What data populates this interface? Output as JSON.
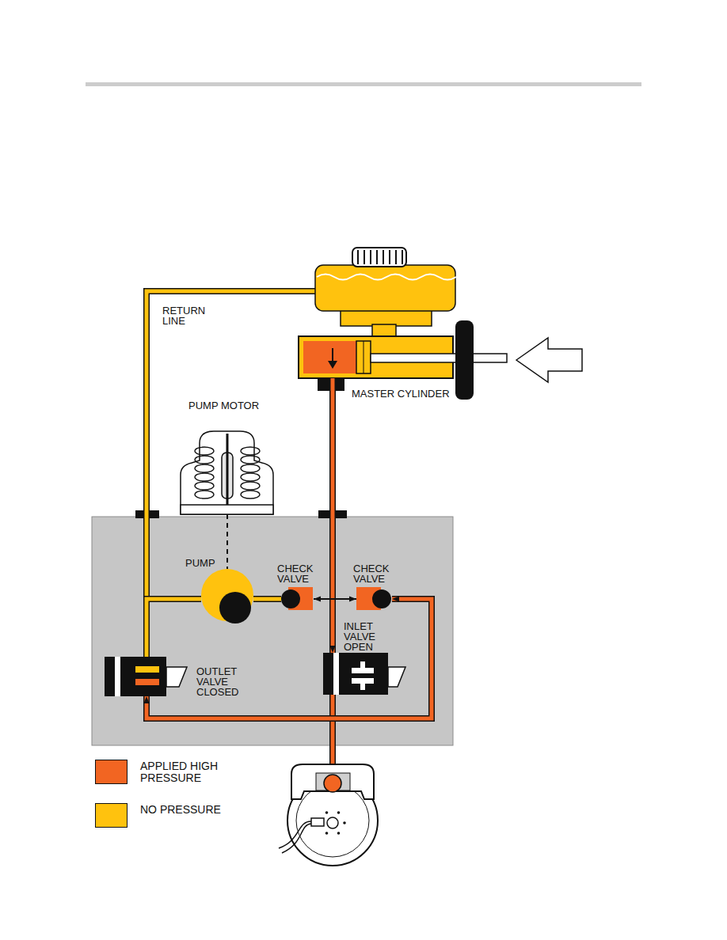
{
  "diagram": {
    "nodes": [
      {
        "text": [
          "MASTER CYLINDER"
        ]
      },
      {
        "text": [
          "PUMP MOTOR"
        ]
      },
      {
        "text": [
          "PUMP"
        ]
      },
      {
        "text": [
          "CHECK VALVE"
        ]
      },
      {
        "text": [
          "CHECK VALVE"
        ]
      },
      {
        "text": [
          "INLET VALVE OPEN"
        ]
      },
      {
        "text": [
          "OUTLET VALVE CLOSED"
        ]
      }
    ],
    "edges": [
      {
        "from": 0,
        "to": 5,
        "arrow": "to"
      },
      {
        "from": 1,
        "to": 2,
        "arrow": "none"
      },
      {
        "from": 2,
        "to": 3,
        "arrow": "none"
      },
      {
        "from": 3,
        "to": 4,
        "arrow": "both"
      },
      {
        "from": 4,
        "to": 6,
        "arrow": "both"
      },
      {
        "from": 6,
        "to": 2,
        "arrow": "none"
      }
    ],
    "labels": [
      "RETURN LINE"
    ],
    "legend": [
      {
        "text": "APPLIED HIGH PRESSURE",
        "color": "#f26522"
      },
      {
        "text": "NO PRESSURE",
        "color": "#ffc20e"
      }
    ]
  }
}
